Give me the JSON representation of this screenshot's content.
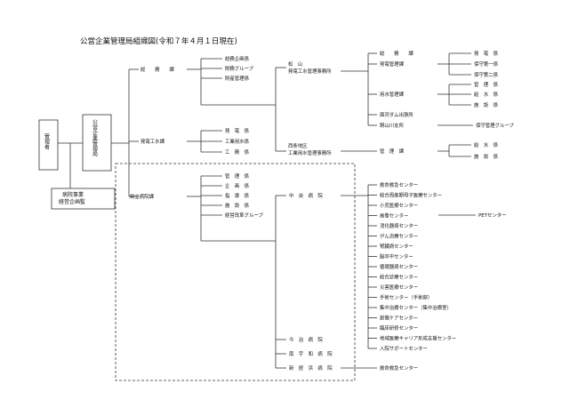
{
  "title": "公営企業管理局組織図(令和７年４月１日現在)",
  "boxes": {
    "manager": "管理者",
    "bureau": "公営企業管理局",
    "hospital_office": "病院事業経営企画監"
  },
  "divisions": {
    "general": "総　　務　　課",
    "power": "発電工水課",
    "hospital": "県立病院課"
  },
  "general_units": [
    "総務企画係",
    "財務グループ",
    "財産管理係"
  ],
  "power_units": [
    "発　電　係",
    "工業用水係",
    "工　務　係"
  ],
  "hospital_units": [
    "管　理　係",
    "企　画　係",
    "指　導　係",
    "施　設　係",
    "経営改革グループ"
  ],
  "matsuyama_office": [
    "松　山",
    "発電工水管理事務所"
  ],
  "matsuyama_sections": [
    "総　　務　　課",
    "発電管理課",
    "用水管理課",
    "面河ダム出張所",
    "銅山川支所"
  ],
  "hatsuden_kanri_units": [
    "発　電　係",
    "保守第一係",
    "保守第二係"
  ],
  "yousui_kanri_units": [
    "管　理　係",
    "給　水　係",
    "施　設　係"
  ],
  "doyamagawa_unit": "保守管理グループ",
  "saijo_office": [
    "西条地区",
    "工業用水管理事務所"
  ],
  "saijo_section": "管　理　課",
  "saijo_units": [
    "給　水　係",
    "施　設　係"
  ],
  "central_hospital": "中　央　病　院",
  "central_centers": [
    "救命救急センター",
    "総合周産期母子医療センター",
    "小児医療センター",
    "画像センター",
    "消化器病センター",
    "がん治療センター",
    "腎臓病センター",
    "脳卒中センター",
    "循環器病センター",
    "総合診療センター",
    "災害医療センター",
    "手術センター（手術部）",
    "集中治療センター（集中治療室）",
    "創傷ケアセンター",
    "臨床研修センター",
    "地域医療キャリア形成支援センター",
    "入院サポートセンター"
  ],
  "pet_center": "PETセンター",
  "other_hospitals": [
    "今　治　病　院",
    "南　宇　和　病　院",
    "新　居　浜　病　院"
  ],
  "niihama_center": "救命救急センター"
}
